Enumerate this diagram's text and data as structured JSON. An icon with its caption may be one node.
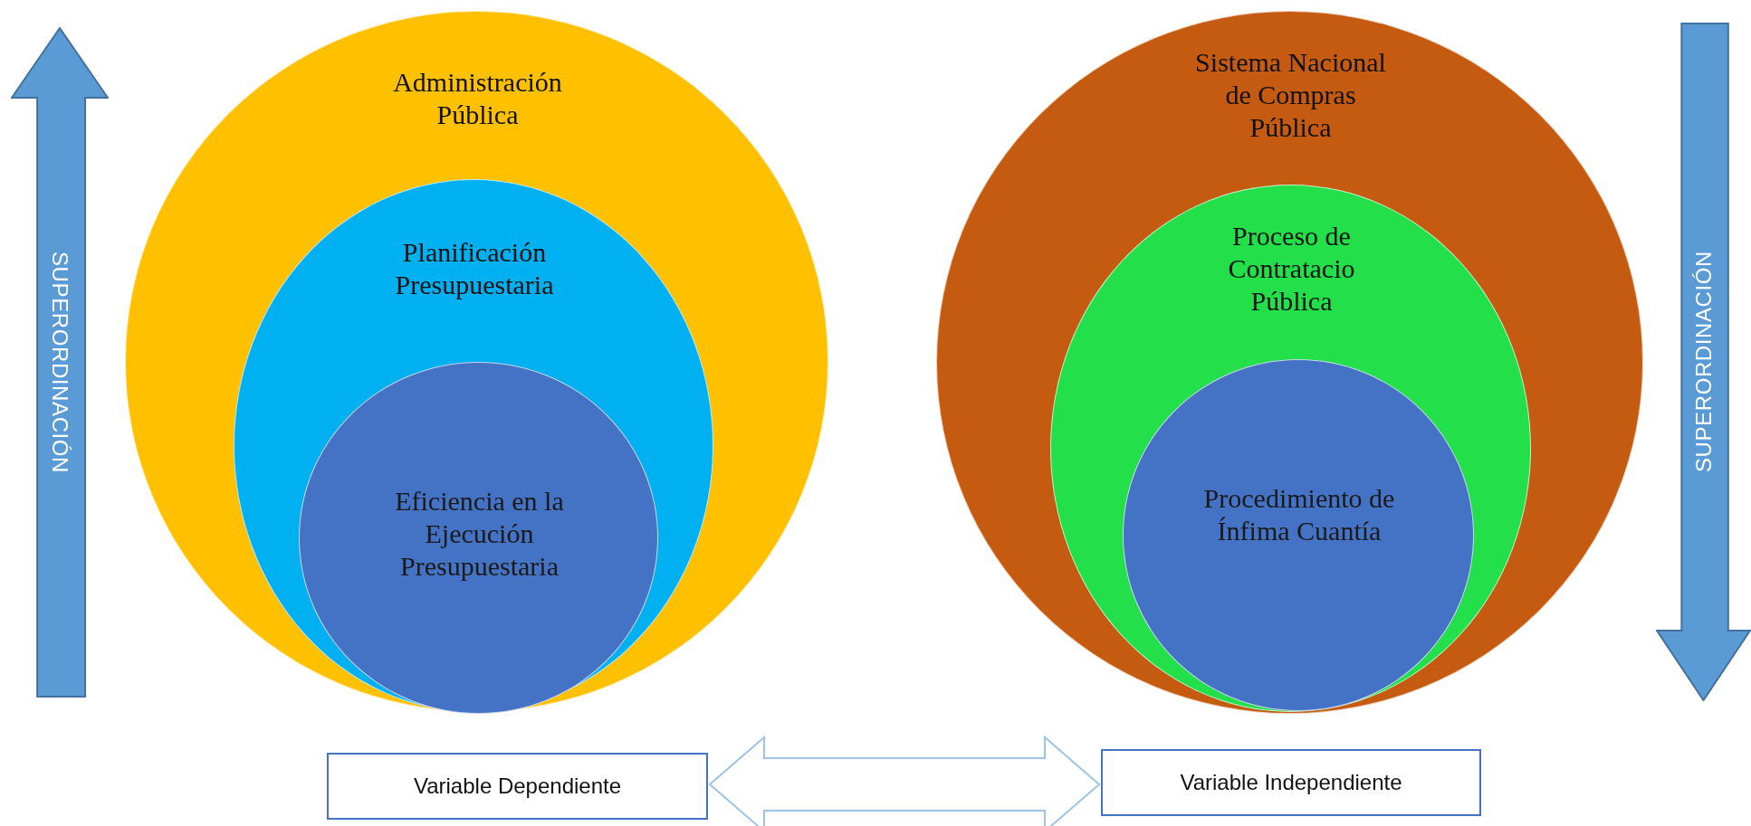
{
  "diagram": {
    "nodes": [
      {
        "text": [
          "Administración Pública"
        ]
      },
      {
        "text": [
          "Planificación Presupuestaria"
        ],
        "in": 0
      },
      {
        "text": [
          "Eficiencia en la Ejecución Presupuestaria"
        ],
        "in": 1
      },
      {
        "text": [
          "Sistema Nacional de Compras Pública"
        ]
      },
      {
        "text": [
          "Proceso de Contratacio Pública"
        ],
        "in": 3
      },
      {
        "text": [
          "Procedimiento de Ínfima Cuantía"
        ],
        "in": 4
      },
      {
        "text": [
          "SUPERORDINACIÓN"
        ]
      },
      {
        "text": [
          "SUPERORDINACIÓN"
        ]
      },
      {
        "text": [
          "Variable Dependiente"
        ]
      },
      {
        "text": [
          "Variable Independiente"
        ]
      }
    ],
    "edges": [
      {
        "from": 8,
        "to": 9,
        "arrow": "both"
      }
    ]
  }
}
